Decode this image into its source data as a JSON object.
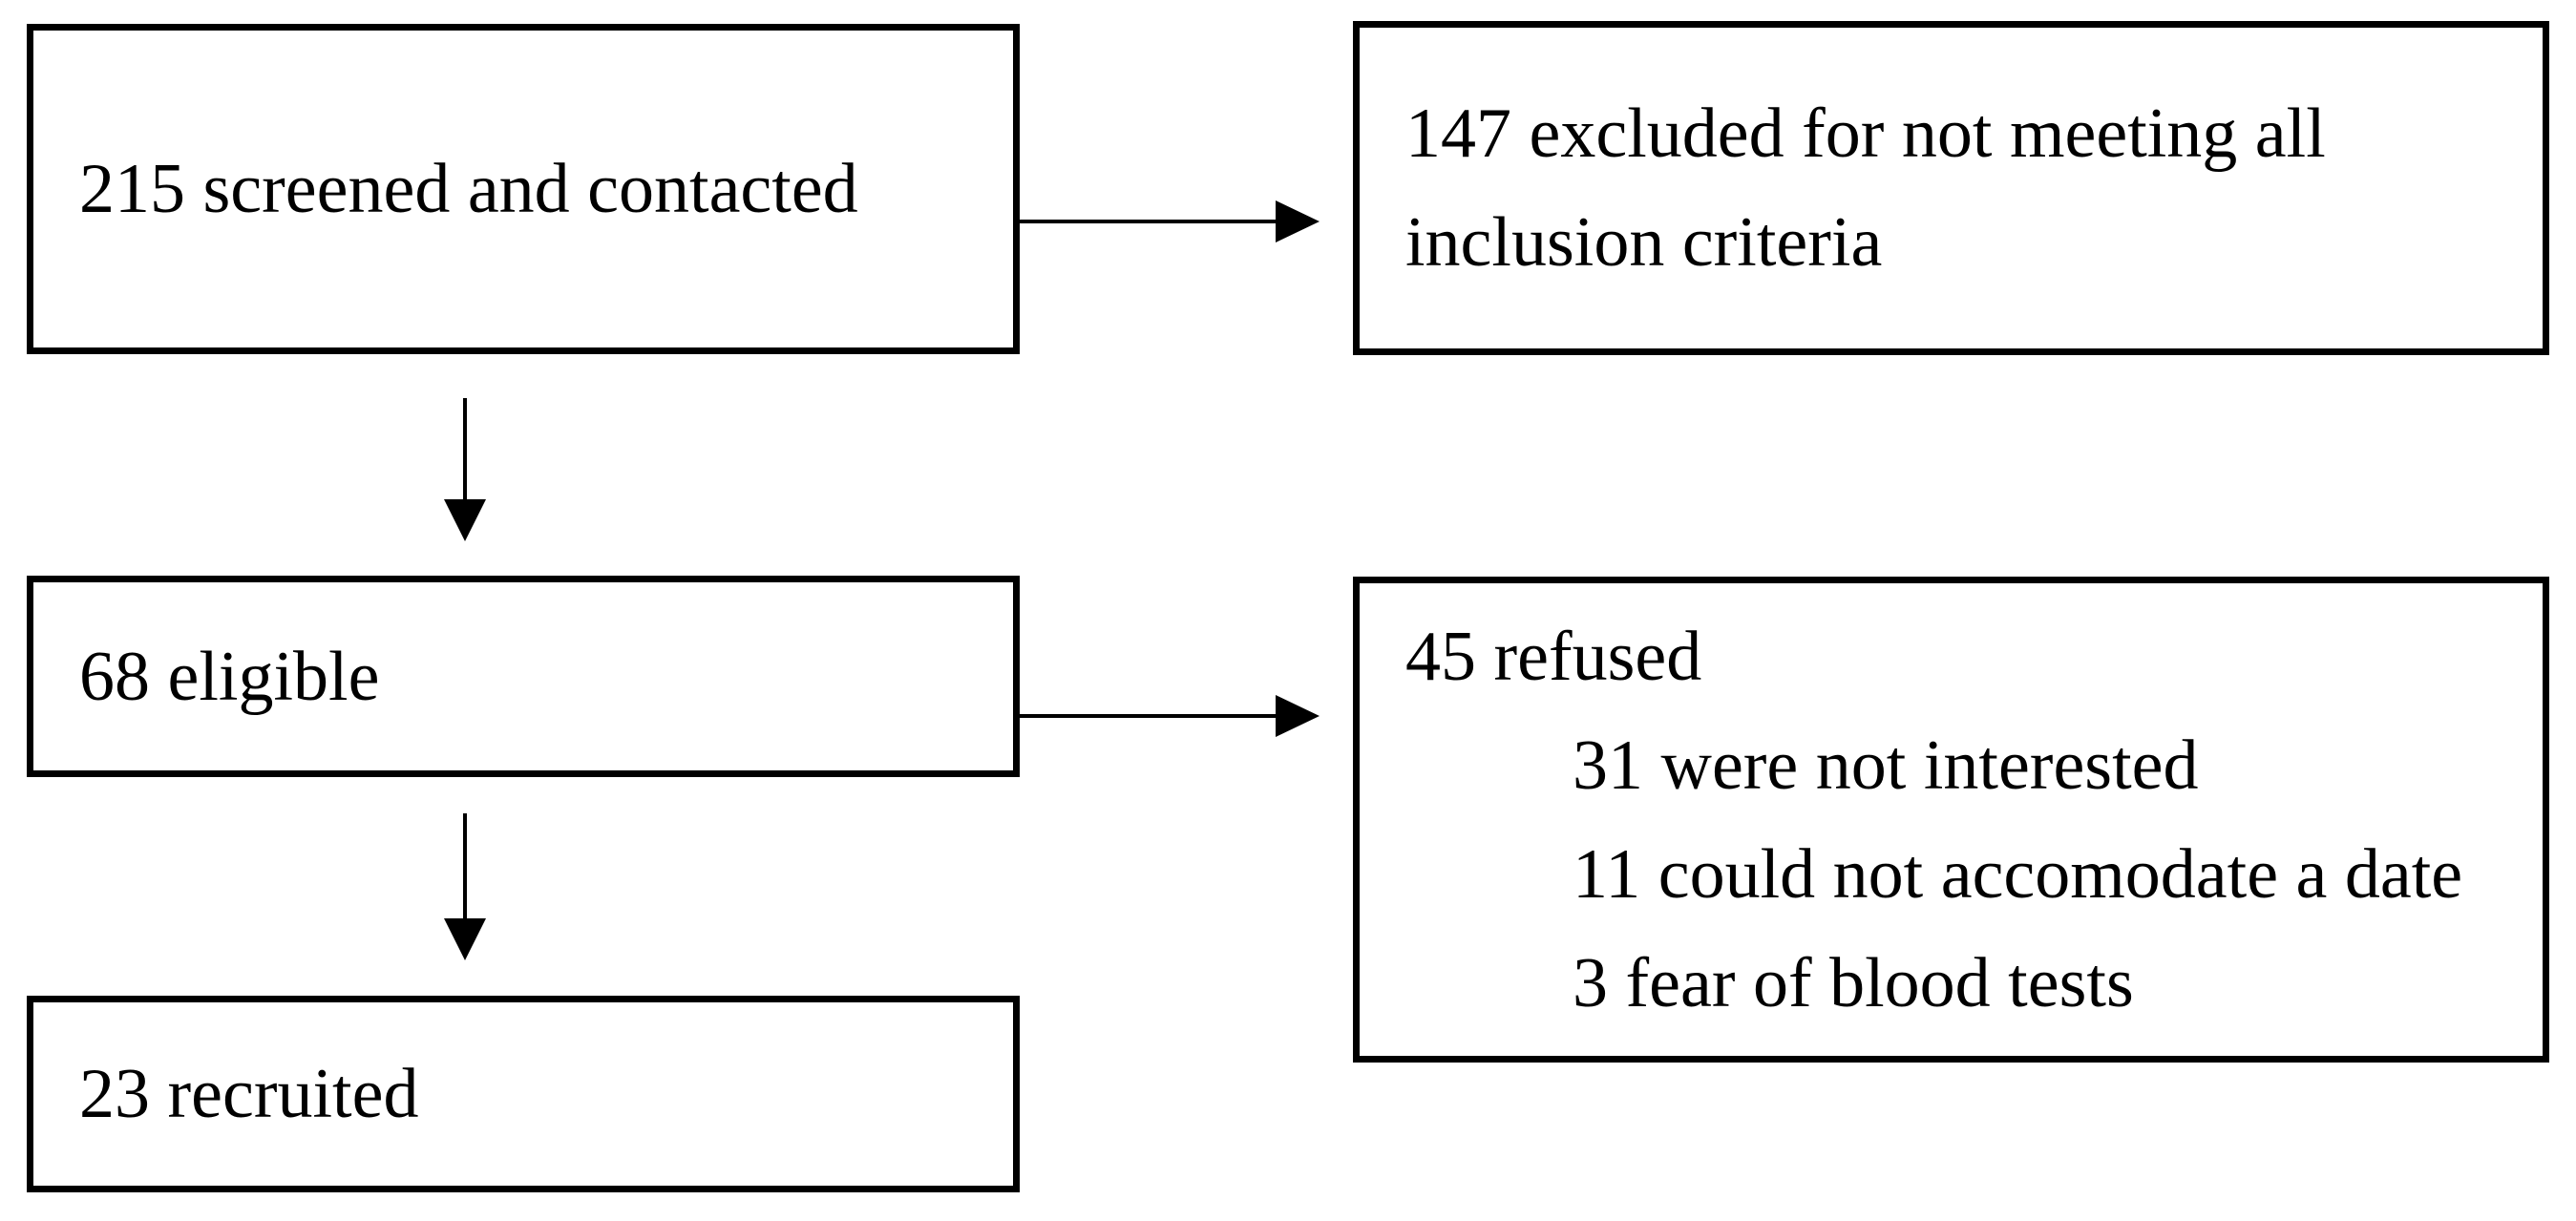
{
  "flowchart": {
    "colors": {
      "background": "#ffffff",
      "box_background": "#ffffff",
      "border": "#000000",
      "text": "#000000",
      "arrow": "#000000"
    },
    "nodes": {
      "screened": {
        "text": "215 screened and contacted"
      },
      "excluded": {
        "line1": "147 excluded for not meeting all",
        "line2": "inclusion criteria"
      },
      "eligible": {
        "text": "68 eligible"
      },
      "refused": {
        "title": "45 refused",
        "reasons": [
          "31 were not interested",
          "11 could not accomodate a date",
          "3 fear of blood tests"
        ]
      },
      "recruited": {
        "text": "23 recruited"
      }
    },
    "edges": [
      {
        "from": "screened",
        "to": "excluded",
        "direction": "right"
      },
      {
        "from": "screened",
        "to": "eligible",
        "direction": "down"
      },
      {
        "from": "eligible",
        "to": "refused",
        "direction": "right"
      },
      {
        "from": "eligible",
        "to": "recruited",
        "direction": "down"
      }
    ]
  }
}
